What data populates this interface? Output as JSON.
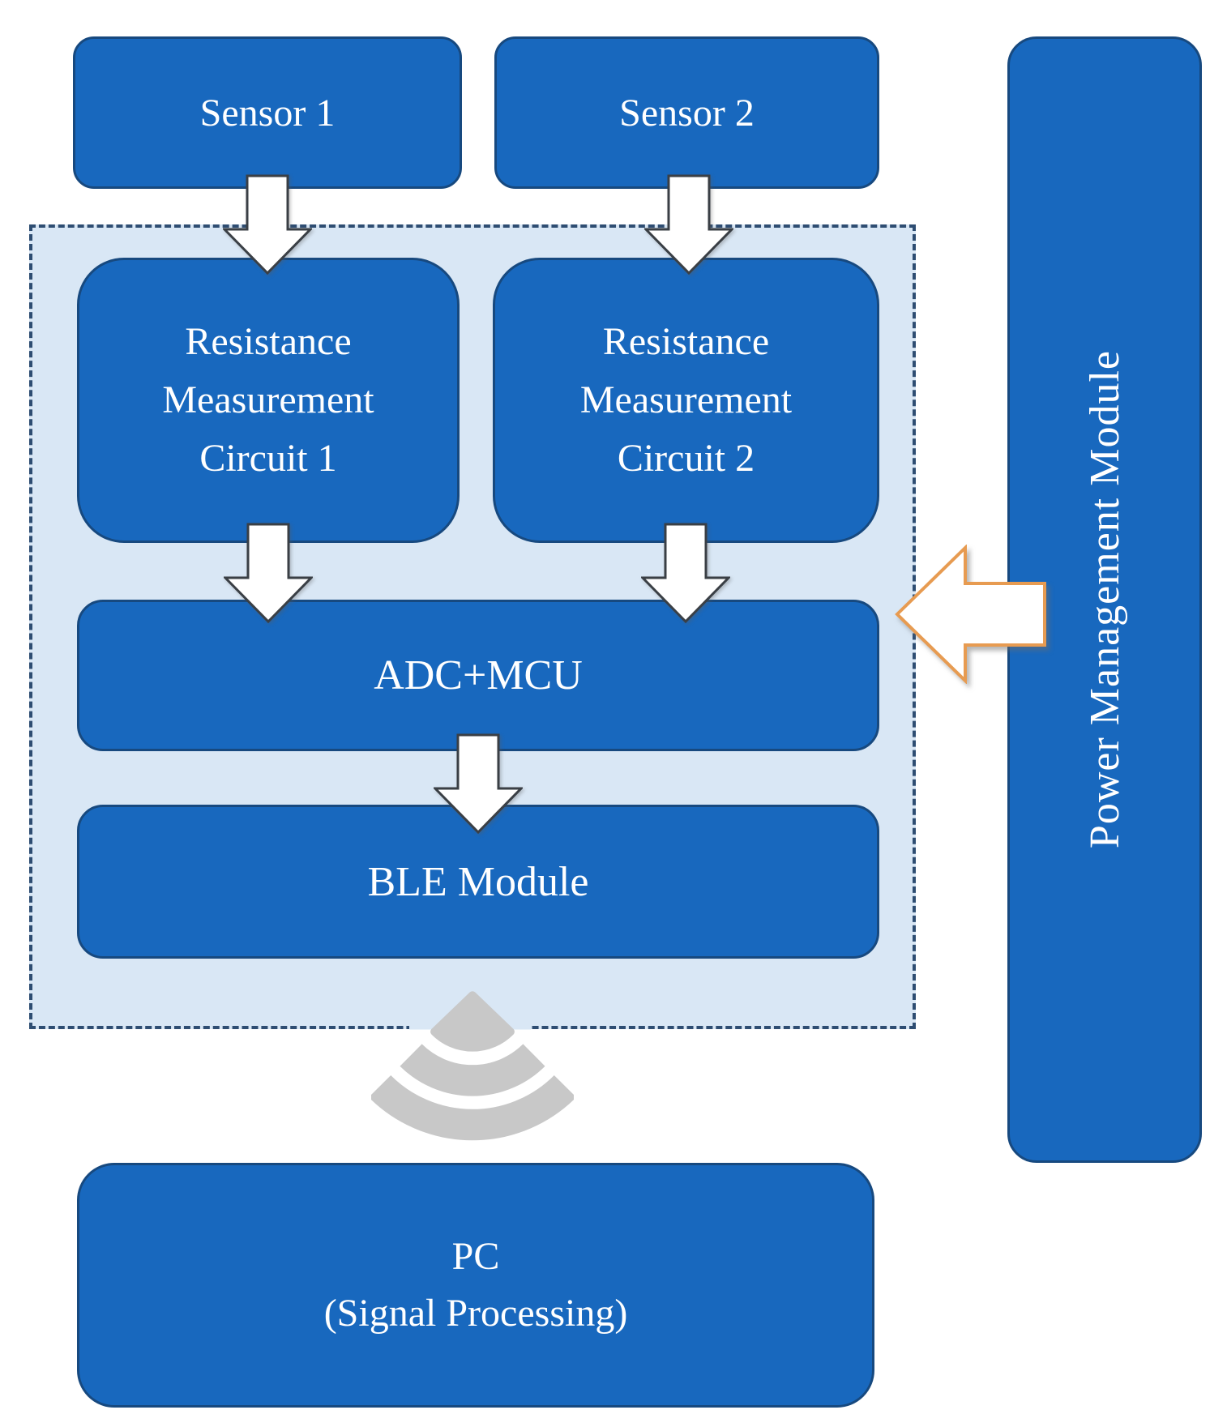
{
  "colors": {
    "background": "#ffffff",
    "node-fill": "#1868be",
    "node-border": "#17497f",
    "node-text": "#ffffff",
    "region-fill": "#d9e7f5",
    "region-border": "#2e4d72",
    "flow-arrow-fill": "#ffffff",
    "flow-arrow-stroke": "#3a3f45",
    "power-arrow-fill": "#ffffff",
    "power-arrow-stroke": "#e79b51",
    "wifi-gray": "#c8c8c8"
  },
  "nodes": {
    "sensor1": {
      "label": "Sensor 1"
    },
    "sensor2": {
      "label": "Sensor 2"
    },
    "rmc1": {
      "label": "Resistance\nMeasurement\nCircuit 1"
    },
    "rmc2": {
      "label": "Resistance\nMeasurement\nCircuit 2"
    },
    "adc": {
      "label": "ADC+MCU"
    },
    "ble": {
      "label": "BLE Module"
    },
    "pc": {
      "label": "PC\n(Signal Processing)"
    },
    "pmm": {
      "label": "Power Management Module"
    }
  },
  "icons": {
    "wireless": "wifi-signal-downward",
    "flow": "down-arrow",
    "power": "left-arrow"
  }
}
